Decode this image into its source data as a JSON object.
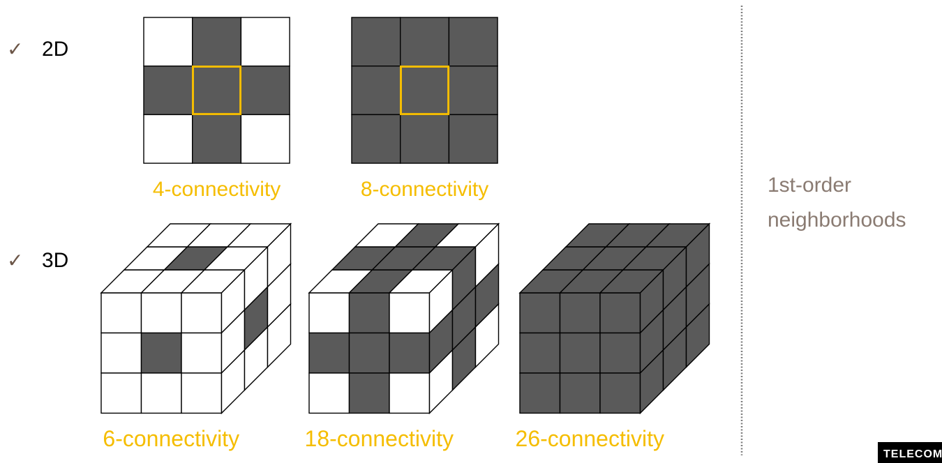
{
  "rows": [
    {
      "check": "✓",
      "label": "2D"
    },
    {
      "check": "✓",
      "label": "3D"
    }
  ],
  "grids2d": [
    {
      "label": "4-connectivity",
      "dark": [
        [
          0,
          1,
          0
        ],
        [
          1,
          1,
          1
        ],
        [
          0,
          1,
          0
        ]
      ]
    },
    {
      "label": "8-connectivity",
      "dark": [
        [
          1,
          1,
          1
        ],
        [
          1,
          1,
          1
        ],
        [
          1,
          1,
          1
        ]
      ]
    }
  ],
  "cubes3d": [
    {
      "label": "6-connectivity",
      "front": [
        [
          0,
          0,
          0
        ],
        [
          0,
          1,
          0
        ],
        [
          0,
          0,
          0
        ]
      ],
      "right": [
        [
          0,
          0,
          0
        ],
        [
          0,
          1,
          0
        ],
        [
          0,
          0,
          0
        ]
      ],
      "top": [
        [
          0,
          0,
          0
        ],
        [
          0,
          1,
          0
        ],
        [
          0,
          0,
          0
        ]
      ]
    },
    {
      "label": "18-connectivity",
      "front": [
        [
          0,
          1,
          0
        ],
        [
          1,
          1,
          1
        ],
        [
          0,
          1,
          0
        ]
      ],
      "right": [
        [
          0,
          1,
          0
        ],
        [
          1,
          1,
          1
        ],
        [
          0,
          1,
          0
        ]
      ],
      "top": [
        [
          0,
          1,
          0
        ],
        [
          1,
          1,
          1
        ],
        [
          0,
          1,
          0
        ]
      ]
    },
    {
      "label": "26-connectivity",
      "front": [
        [
          1,
          1,
          1
        ],
        [
          1,
          1,
          1
        ],
        [
          1,
          1,
          1
        ]
      ],
      "right": [
        [
          1,
          1,
          1
        ],
        [
          1,
          1,
          1
        ],
        [
          1,
          1,
          1
        ]
      ],
      "top": [
        [
          1,
          1,
          1
        ],
        [
          1,
          1,
          1
        ],
        [
          1,
          1,
          1
        ]
      ]
    }
  ],
  "side_note": [
    "1st-order",
    "neighborhoods"
  ],
  "logo_text": "TELECOM",
  "colors": {
    "dark_cell": "#5a5a5a",
    "light_cell": "#ffffff",
    "highlight": "#f5bd00",
    "label_2d": "#f5bd00",
    "label_3d": "#f5bd00",
    "check": "#6b5547",
    "side_note": "#8a7b72",
    "divider": "#7f7f7f"
  }
}
